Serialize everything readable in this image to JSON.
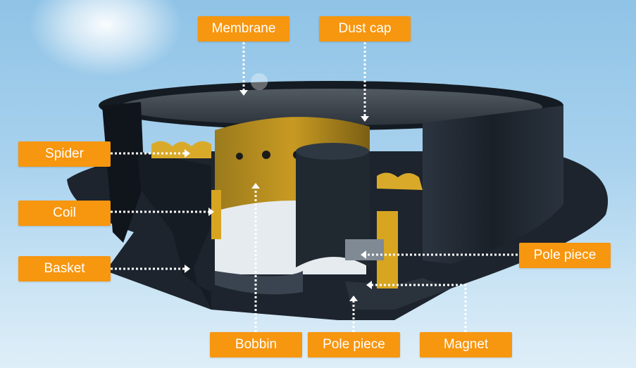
{
  "labels": {
    "membrane": "Membrane",
    "dust_cap": "Dust cap",
    "spider": "Spider",
    "coil": "Coil",
    "basket": "Basket",
    "pole_piece_right": "Pole piece",
    "bobbin": "Bobbin",
    "pole_piece_bottom": "Pole piece",
    "magnet": "Magnet"
  },
  "colors": {
    "label_bg": "#f7960f",
    "label_text": "#ffffff",
    "leader": "#ffffff",
    "body": "#1c232c",
    "coil": "#d7a520"
  }
}
